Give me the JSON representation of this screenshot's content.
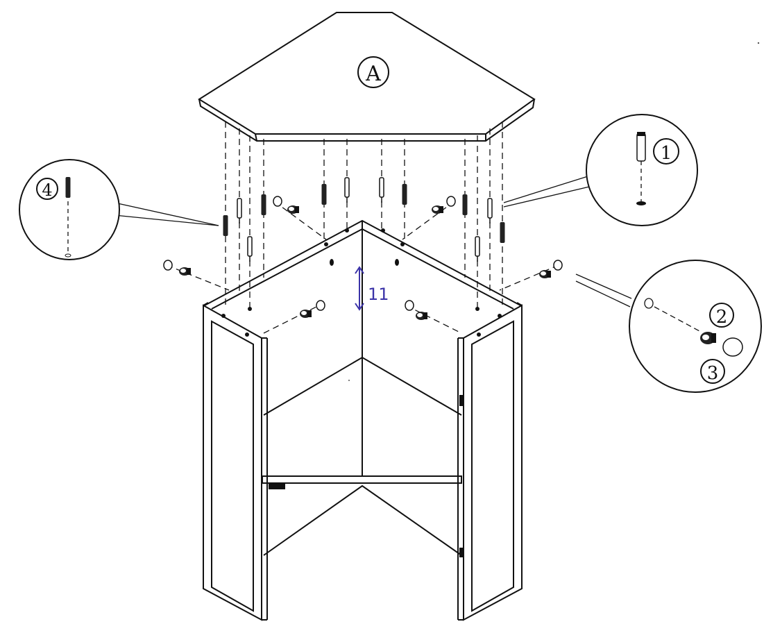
{
  "panel_label": "A",
  "parts": [
    {
      "id": "part-1",
      "label": "1",
      "name": "cam-bolt"
    },
    {
      "id": "part-2",
      "label": "2",
      "name": "cam-lock"
    },
    {
      "id": "part-3",
      "label": "3",
      "name": "cap"
    },
    {
      "id": "part-4",
      "label": "4",
      "name": "wooden-dowel"
    }
  ],
  "handwritten_note": "11",
  "colors": {
    "ink": "#111111",
    "annotation": "#3b33a8",
    "paper": "#ffffff"
  }
}
